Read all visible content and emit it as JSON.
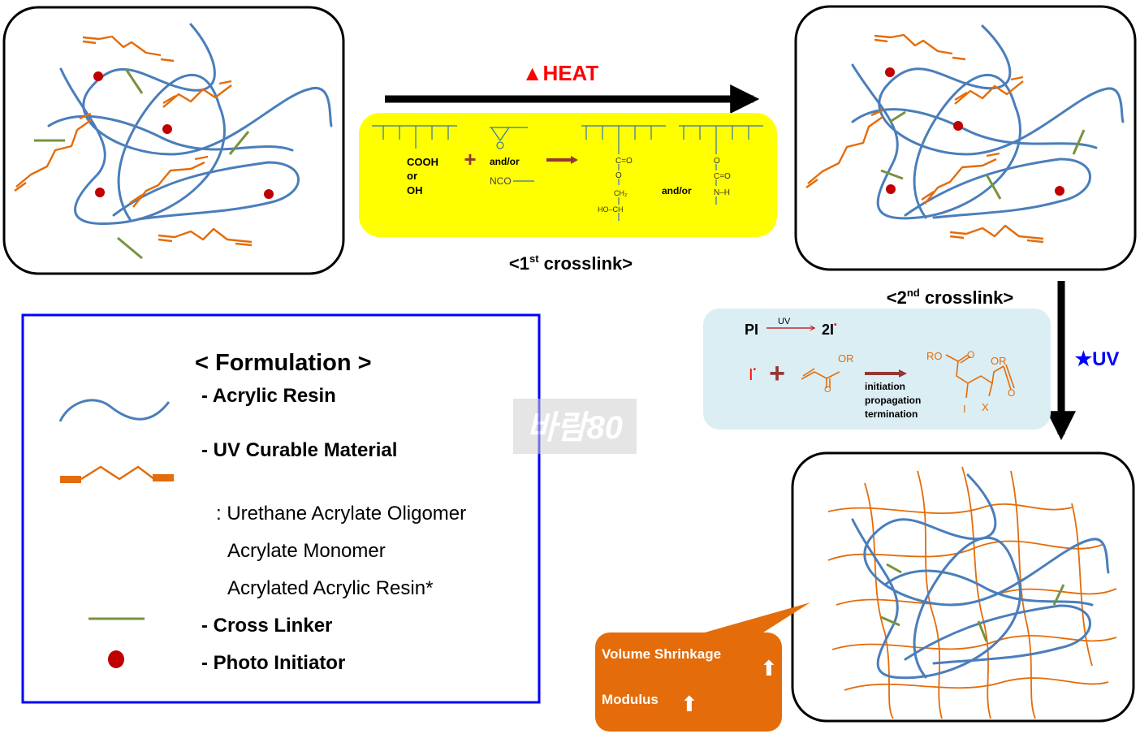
{
  "heat": {
    "symbol": "▲",
    "label": "HEAT"
  },
  "first_crosslink": {
    "prefix": "<1",
    "sup": "st",
    "suffix": " crosslink>"
  },
  "second_crosslink": {
    "prefix": "<2",
    "sup": "nd",
    "suffix": " crosslink>"
  },
  "uv": {
    "symbol": "★",
    "label": "UV"
  },
  "thermal_reaction": {
    "reactant_lines": [
      "COOH",
      "or",
      "OH"
    ],
    "plus": "+",
    "and_or": "and/or",
    "nco": "NCO",
    "ester_lines": [
      "C=O",
      "O",
      "CH₂",
      "HO–CH"
    ],
    "product_and_or": "and/or",
    "urethane_lines": [
      "O",
      "C=O",
      "N–H"
    ]
  },
  "uv_reaction": {
    "pi": "PI",
    "uv": "UV",
    "two_i": "2I",
    "radical_dot": "•",
    "i_radical": "I",
    "plus": "+",
    "or_monomer": "OR",
    "steps": [
      "initiation",
      "propagation",
      "termination"
    ],
    "ro": "RO",
    "or_product": "OR",
    "i_end": "I",
    "x_end": "X"
  },
  "legend": {
    "title": "< Formulation >",
    "acrylic_resin": "- Acrylic Resin",
    "uv_curable": "- UV Curable Material",
    "uv_sub": [
      ": Urethane Acrylate Oligomer",
      "Acrylate Monomer",
      "Acrylated Acrylic Resin*"
    ],
    "cross_linker": "- Cross Linker",
    "photo_initiator": "- Photo Initiator"
  },
  "callout": {
    "line1": "Volume Shrinkage",
    "line2": "Modulus",
    "arrow": "⬆"
  },
  "watermark": "바람80",
  "colors": {
    "resin": "#4a7ebb",
    "uv_material": "#e46c0a",
    "crosslinker": "#77933c",
    "initiator": "#c00000",
    "heat": "#ff0000",
    "uv": "#0000ff",
    "reaction_box": "#ffff00",
    "uv_box": "#dbeef4",
    "callout": "#e46c0a",
    "legend_border": "#0000ff",
    "arrow_brown": "#953735"
  }
}
